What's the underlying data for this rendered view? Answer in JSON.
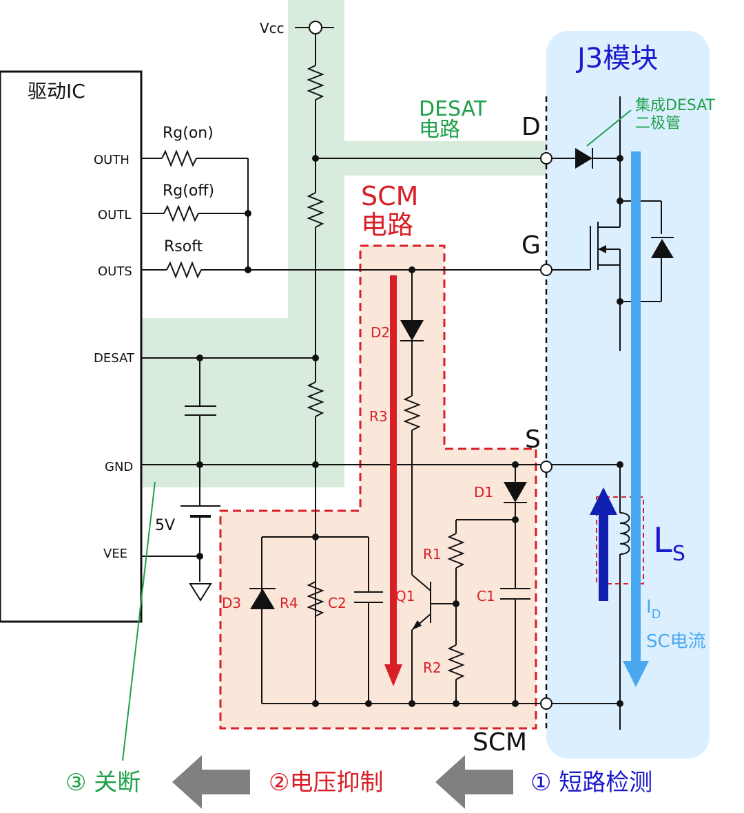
{
  "ic": {
    "title": "驱动IC",
    "pins": [
      "OUTH",
      "OUTL",
      "OUTS",
      "DESAT",
      "GND",
      "VEE"
    ]
  },
  "components": {
    "rg_on": "Rg(on)",
    "rg_off": "Rg(off)",
    "rsoft": "Rsoft",
    "vcc": "Vcc",
    "supply": "5V",
    "d1": "D1",
    "d2": "D2",
    "d3": "D3",
    "r1": "R1",
    "r2": "R2",
    "r3": "R3",
    "r4": "R4",
    "c1": "C1",
    "c2": "C2",
    "q1": "Q1"
  },
  "regions": {
    "desat_title_1": "DESAT",
    "desat_title_2": "电路",
    "scm_title_1": "SCM",
    "scm_title_2": "电路",
    "scm_bottom": "SCM"
  },
  "module": {
    "title": "J3模块",
    "diode_note_1": "集成DESAT",
    "diode_note_2": "二极管",
    "terminal_d": "D",
    "terminal_g": "G",
    "terminal_s": "S",
    "ls_main": "L",
    "ls_sub": "S",
    "id_main": "I",
    "id_sub": "D",
    "current_label": "SC电流"
  },
  "steps": {
    "step3": "③ 关断",
    "step2": "②电压抑制",
    "step1": "① 短路检测"
  },
  "colors": {
    "desat_region": "#d8ebdc",
    "scm_region": "#fbe6da",
    "module_region": "#dcefff",
    "scm_accent": "#d81f26",
    "desat_accent": "#1fa04a",
    "module_accent": "#1a1acd",
    "current_arrow": "#49a8f0",
    "ls_arrow": "#0f1fb0",
    "step_arrow": "#808080"
  }
}
